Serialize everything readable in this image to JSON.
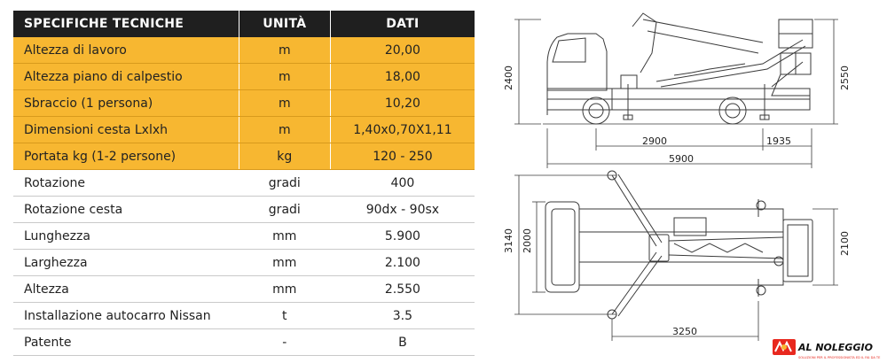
{
  "headers": {
    "spec": "SPECIFICHE TECNICHE",
    "unit": "UNITÀ",
    "data": "DATI"
  },
  "rows": [
    {
      "label": "Altezza di lavoro",
      "unit": "m",
      "value": "20,00",
      "highlight": true
    },
    {
      "label": "Altezza piano di calpestio",
      "unit": "m",
      "value": "18,00",
      "highlight": true
    },
    {
      "label": "Sbraccio (1 persona)",
      "unit": "m",
      "value": "10,20",
      "highlight": true
    },
    {
      "label": "Dimensioni cesta Lxlxh",
      "unit": "m",
      "value": "1,40x0,70X1,11",
      "highlight": true
    },
    {
      "label": "Portata kg (1-2 persone)",
      "unit": "kg",
      "value": "120 - 250",
      "highlight": true
    },
    {
      "label": "Rotazione",
      "unit": "gradi",
      "value": "400",
      "highlight": false
    },
    {
      "label": "Rotazione cesta",
      "unit": "gradi",
      "value": "90dx - 90sx",
      "highlight": false
    },
    {
      "label": "Lunghezza",
      "unit": "mm",
      "value": "5.900",
      "highlight": false
    },
    {
      "label": "Larghezza",
      "unit": "mm",
      "value": "2.100",
      "highlight": false
    },
    {
      "label": "Altezza",
      "unit": "mm",
      "value": "2.550",
      "highlight": false
    },
    {
      "label": "Installazione autocarro Nissan",
      "unit": "t",
      "value": "3.5",
      "highlight": false
    },
    {
      "label": "Patente",
      "unit": "-",
      "value": "B",
      "highlight": false
    }
  ],
  "dimensions": {
    "side_height_left": "2400",
    "side_height_right": "2550",
    "wheelbase": "2900",
    "rear_overhang": "1935",
    "total_length": "5900",
    "top_total_width": "3140",
    "top_body_width": "2000",
    "top_right_width": "2100",
    "outrigger_span": "3250"
  },
  "logo": {
    "name": "AL NOLEGGIO",
    "tagline": "SOLUZIONI PER IL PROFESSIONISTA ED IL FAI DA TE"
  },
  "colors": {
    "highlight": "#f7b731",
    "header": "#1f1f1f",
    "logo_red": "#e8281e"
  }
}
